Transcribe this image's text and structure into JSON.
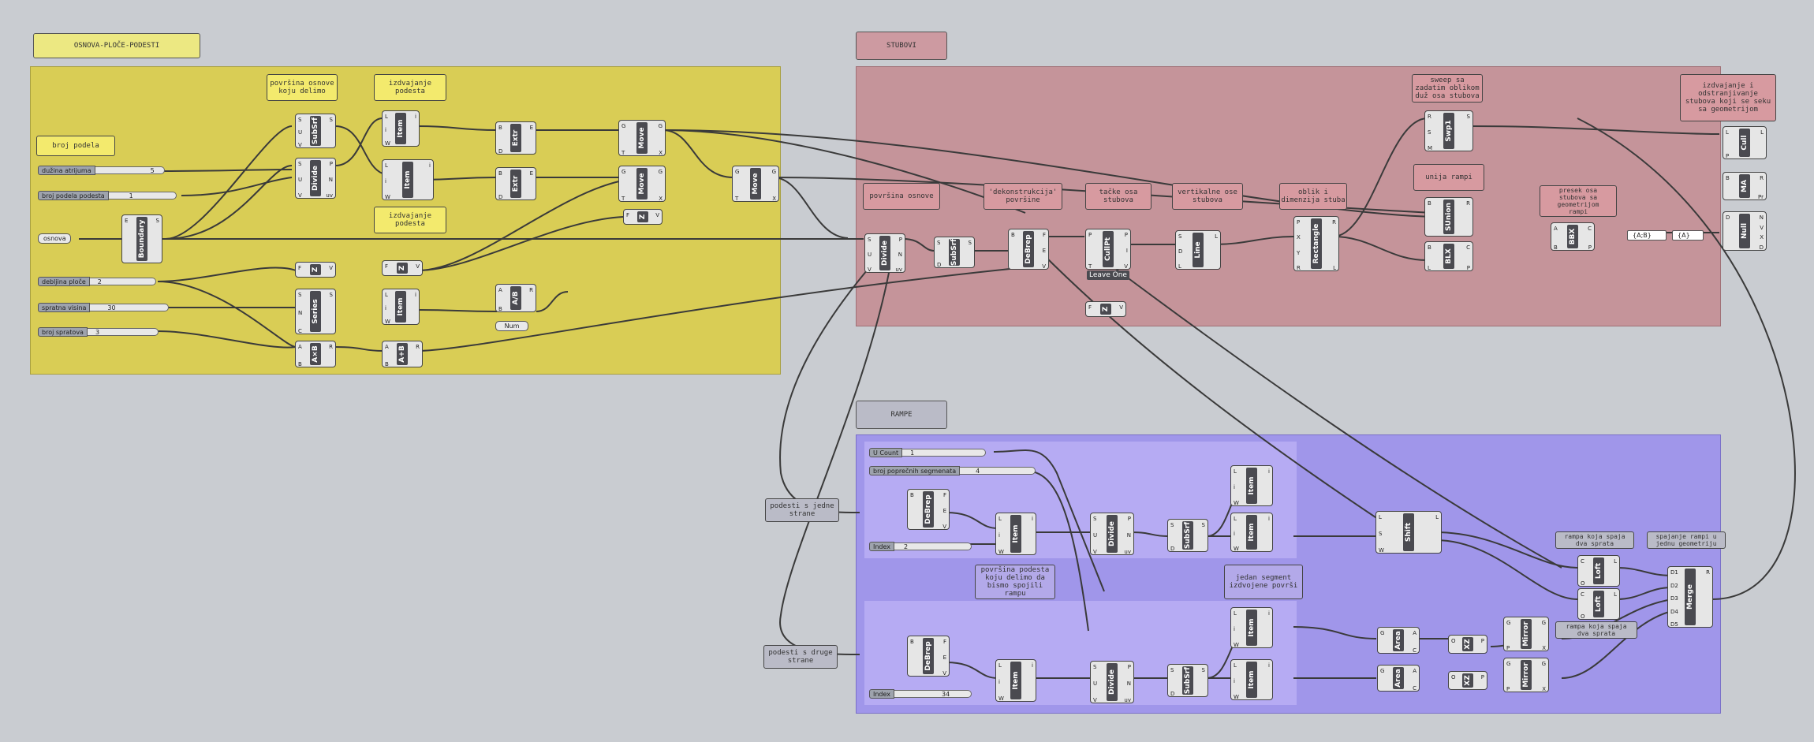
{
  "groups": {
    "osnova": {
      "title": "OSNOVA-PLOČE-PODESTI",
      "color": "#d9cd55"
    },
    "stubovi": {
      "title": "STUBOVI",
      "color": "#c5949a"
    },
    "rampe": {
      "title": "RAMPE",
      "color": "#a096ea"
    }
  },
  "notes": {
    "povrsina_osnove_delimo": "površina osnove\nkoju delimo",
    "izdvajanje_podesta_1": "izdvajanje\npodesta",
    "broj_podela": "broj podela",
    "izdvajanje_podesta_2": "izdvajanje\npodesta",
    "sweep": "sweep sa\nzadatim oblikom\nduž osa stubova",
    "izdvajanje_stubova": "izdvajanje i\nodstranjivanje\nstubova koji se seku\nsa geometrijom",
    "povrsina_osnove": "površina osnove",
    "dekonstrukcija": "'dekonstrukcija'\npovršine",
    "tacke_osa": "tačke osa\nstubova",
    "vertikalne_ose": "vertikalne ose\nstubova",
    "oblik_dimenzija": "oblik i\ndimenzija stuba",
    "unija_rampi": "unija rampi",
    "presek_osa": "presek osa\nstubova sa\ngeometrijom\nrampi",
    "podesti_jedne": "podesti s jedne\nstrane",
    "podesti_druge": "podesti s druge\nstrane",
    "povrsina_podesta": "površina podesta\nkoju delimo da\nbismo spojili\nrampu",
    "jedan_segment": "jedan segment\nizdvojene površi",
    "rampa_spaja_1": "rampa koja spaja\ndva sprata",
    "spajanje_rampi": "spajanje rampi u\njednu geometriju",
    "rampa_spaja_2": "rampa koja spaja\ndva sprata"
  },
  "sliders": {
    "duzina_atrijuma": {
      "label": "dužina atrijuma",
      "value": "5"
    },
    "broj_podela_podesta": {
      "label": "broj podela podesta",
      "value": "1"
    },
    "debljina_ploce": {
      "label": "debljina ploče",
      "value": "2"
    },
    "spratna_visina": {
      "label": "spratna visina",
      "value": "30"
    },
    "broj_spratova": {
      "label": "broj spratova",
      "value": "3"
    },
    "u_count": {
      "label": "U Count",
      "value": "1"
    },
    "broj_poprecnih": {
      "label": "broj poprečnih segmenata",
      "value": "4"
    },
    "index_1": {
      "label": "Index",
      "value": "2"
    },
    "index_2": {
      "label": "Index",
      "value": "34"
    }
  },
  "params": {
    "osnova": "osnova",
    "num": "Num",
    "panel_a": "{A;B}",
    "panel_b": "{A}"
  },
  "components": [
    {
      "name": "SubSrf",
      "pins_l": [
        "S",
        "U",
        "V"
      ],
      "pins_r": [
        "S"
      ]
    },
    {
      "name": "Divide",
      "pins_l": [
        "S",
        "U",
        "V"
      ],
      "pins_r": [
        "P",
        "N",
        "uv"
      ]
    },
    {
      "name": "Item",
      "pins_l": [
        "L",
        "i",
        "W"
      ],
      "pins_r": [
        "i"
      ]
    },
    {
      "name": "Item",
      "pins_l": [
        "L",
        "i",
        "W"
      ],
      "pins_r": [
        "i"
      ]
    },
    {
      "name": "Extr",
      "pins_l": [
        "B",
        "D"
      ],
      "pins_r": [
        "E"
      ]
    },
    {
      "name": "Extr",
      "pins_l": [
        "B",
        "D"
      ],
      "pins_r": [
        "E"
      ]
    },
    {
      "name": "Move",
      "pins_l": [
        "G",
        "T"
      ],
      "pins_r": [
        "G",
        "X"
      ]
    },
    {
      "name": "Move",
      "pins_l": [
        "G",
        "T"
      ],
      "pins_r": [
        "G",
        "X"
      ]
    },
    {
      "name": "Move",
      "pins_l": [
        "G",
        "T"
      ],
      "pins_r": [
        "G",
        "X"
      ]
    },
    {
      "name": "Z",
      "pins_l": [
        "F"
      ],
      "pins_r": [
        "V"
      ]
    },
    {
      "name": "Boundary",
      "pins_l": [
        "E"
      ],
      "pins_r": [
        "S"
      ]
    },
    {
      "name": "Z",
      "pins_l": [
        "F"
      ],
      "pins_r": [
        "V"
      ]
    },
    {
      "name": "Z",
      "pins_l": [
        "F"
      ],
      "pins_r": [
        "V"
      ]
    },
    {
      "name": "Series",
      "pins_l": [
        "S",
        "N",
        "C"
      ],
      "pins_r": [
        "S"
      ]
    },
    {
      "name": "Item",
      "pins_l": [
        "L",
        "i",
        "W"
      ],
      "pins_r": [
        "i"
      ]
    },
    {
      "name": "A/B",
      "pins_l": [
        "A",
        "B"
      ],
      "pins_r": [
        "R"
      ]
    },
    {
      "name": "A×B",
      "pins_l": [
        "A",
        "B"
      ],
      "pins_r": [
        "R"
      ]
    },
    {
      "name": "A+B",
      "pins_l": [
        "A",
        "B"
      ],
      "pins_r": [
        "R"
      ]
    },
    {
      "name": "Divide",
      "pins_l": [
        "S",
        "U",
        "V"
      ],
      "pins_r": [
        "P",
        "N",
        "uv"
      ]
    },
    {
      "name": "SubSrf",
      "pins_l": [
        "S",
        "D"
      ],
      "pins_r": [
        "S"
      ]
    },
    {
      "name": "DeBrep",
      "pins_l": [
        "B"
      ],
      "pins_r": [
        "F",
        "E",
        "V"
      ]
    },
    {
      "name": "CullPt",
      "pins_l": [
        "P",
        "T"
      ],
      "pins_r": [
        "P",
        "I",
        "V"
      ]
    },
    {
      "name": "Line",
      "pins_l": [
        "S",
        "D",
        "L"
      ],
      "pins_r": [
        "L"
      ]
    },
    {
      "name": "Rectangle",
      "pins_l": [
        "P",
        "X",
        "Y",
        "R"
      ],
      "pins_r": [
        "R",
        "L"
      ]
    },
    {
      "name": "Z",
      "pins_l": [
        "F"
      ],
      "pins_r": [
        "V"
      ]
    },
    {
      "name": "Swp1",
      "pins_l": [
        "R",
        "S",
        "M"
      ],
      "pins_r": [
        "S"
      ]
    },
    {
      "name": "SUnion",
      "pins_l": [
        "B"
      ],
      "pins_r": [
        "R"
      ]
    },
    {
      "name": "BLX",
      "pins_l": [
        "B",
        "L"
      ],
      "pins_r": [
        "C",
        "P"
      ]
    },
    {
      "name": "BBX",
      "pins_l": [
        "A",
        "B"
      ],
      "pins_r": [
        "C",
        "P"
      ]
    },
    {
      "name": "Cull",
      "pins_l": [
        "L",
        "P"
      ],
      "pins_r": [
        "L"
      ]
    },
    {
      "name": "MA",
      "pins_l": [
        "B"
      ],
      "pins_r": [
        "R",
        "Pr"
      ]
    },
    {
      "name": "Null",
      "pins_l": [
        "D"
      ],
      "pins_r": [
        "N",
        "V",
        "X",
        "D"
      ]
    },
    {
      "name": "DeBrep",
      "pins_l": [
        "B"
      ],
      "pins_r": [
        "F",
        "E",
        "V"
      ]
    },
    {
      "name": "Item",
      "pins_l": [
        "L",
        "i",
        "W"
      ],
      "pins_r": [
        "i"
      ]
    },
    {
      "name": "Divide",
      "pins_l": [
        "S",
        "U",
        "V"
      ],
      "pins_r": [
        "P",
        "N",
        "uv"
      ]
    },
    {
      "name": "SubSrf",
      "pins_l": [
        "S",
        "D"
      ],
      "pins_r": [
        "S"
      ]
    },
    {
      "name": "Item",
      "pins_l": [
        "L",
        "i",
        "W"
      ],
      "pins_r": [
        "i"
      ]
    },
    {
      "name": "Item",
      "pins_l": [
        "L",
        "i",
        "W"
      ],
      "pins_r": [
        "i"
      ]
    },
    {
      "name": "Shift",
      "pins_l": [
        "L",
        "S",
        "W"
      ],
      "pins_r": [
        "L"
      ]
    },
    {
      "name": "DeBrep",
      "pins_l": [
        "B"
      ],
      "pins_r": [
        "F",
        "E",
        "V"
      ]
    },
    {
      "name": "Item",
      "pins_l": [
        "L",
        "i",
        "W"
      ],
      "pins_r": [
        "i"
      ]
    },
    {
      "name": "Divide",
      "pins_l": [
        "S",
        "U",
        "V"
      ],
      "pins_r": [
        "P",
        "N",
        "uv"
      ]
    },
    {
      "name": "SubSrf",
      "pins_l": [
        "S",
        "D"
      ],
      "pins_r": [
        "S"
      ]
    },
    {
      "name": "Item",
      "pins_l": [
        "L",
        "i",
        "W"
      ],
      "pins_r": [
        "i"
      ]
    },
    {
      "name": "Item",
      "pins_l": [
        "L",
        "i",
        "W"
      ],
      "pins_r": [
        "i"
      ]
    },
    {
      "name": "Area",
      "pins_l": [
        "G"
      ],
      "pins_r": [
        "A",
        "C"
      ]
    },
    {
      "name": "XZ",
      "pins_l": [
        "O"
      ],
      "pins_r": [
        "P"
      ]
    },
    {
      "name": "Mirror",
      "pins_l": [
        "G",
        "P"
      ],
      "pins_r": [
        "G",
        "X"
      ]
    },
    {
      "name": "Area",
      "pins_l": [
        "G"
      ],
      "pins_r": [
        "A",
        "C"
      ]
    },
    {
      "name": "XZ",
      "pins_l": [
        "O"
      ],
      "pins_r": [
        "P"
      ]
    },
    {
      "name": "Mirror",
      "pins_l": [
        "G",
        "P"
      ],
      "pins_r": [
        "G",
        "X"
      ]
    },
    {
      "name": "Loft",
      "pins_l": [
        "C",
        "O"
      ],
      "pins_r": [
        "L"
      ]
    },
    {
      "name": "Loft",
      "pins_l": [
        "C",
        "O"
      ],
      "pins_r": [
        "L"
      ]
    },
    {
      "name": "Merge",
      "pins_l": [
        "D1",
        "D2",
        "D3",
        "D4",
        "D5"
      ],
      "pins_r": [
        "R"
      ]
    }
  ],
  "status": {
    "cullpt_mode": "Leave One"
  }
}
